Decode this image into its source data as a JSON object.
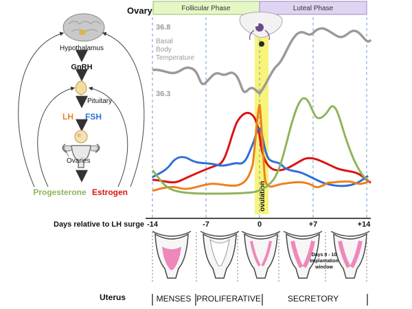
{
  "header": {
    "ovary_label": "Ovary",
    "phases": [
      {
        "label": "Follicular Phase",
        "color": "#e6f7c6"
      },
      {
        "label": "Luteal Phase",
        "color": "#dfd5f2"
      }
    ]
  },
  "left_pathway": {
    "hypothalamus": "Hypothalamus",
    "gnrh": "GnRH",
    "pituitary": "Pituitary",
    "lh": "LH",
    "fsh": "FSH",
    "ovaries": "Ovaries",
    "progesterone": "Progesterone",
    "estrogen": "Estrogen"
  },
  "temperature": {
    "high_label": "36.8",
    "low_label": "36.3",
    "caption": [
      "Basal",
      "Body",
      "Temperature"
    ]
  },
  "ovulation_label": "ovulation",
  "axis": {
    "title": "Days relative to LH surge",
    "ticks": [
      "-14",
      "-7",
      "0",
      "+7",
      "+14"
    ]
  },
  "uterus": {
    "label": "Uterus",
    "implantation_note": [
      "Days 8 - 10",
      "Implantation",
      "window"
    ],
    "phases": [
      "MENSES",
      "PROLIFERATIVE",
      "SECRETORY"
    ]
  },
  "colors": {
    "lh": "#f07f1a",
    "fsh": "#2f6fd8",
    "progesterone": "#8fb35a",
    "estrogen": "#dd1111",
    "temperature": "#9a9a9a",
    "ovulation_band": "#f7f26a",
    "endometrium": "#ee88bb"
  }
}
